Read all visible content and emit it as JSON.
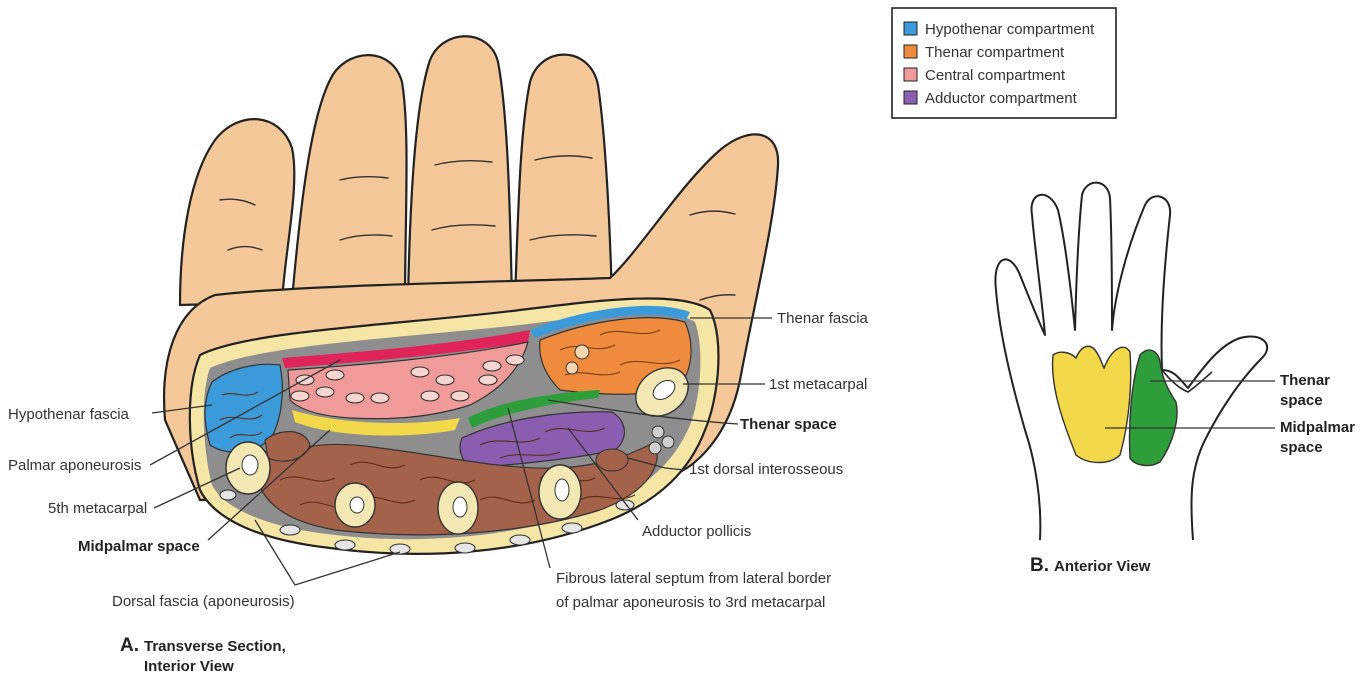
{
  "legend": {
    "items": [
      {
        "label": "Hypothenar compartment",
        "color": "#3b9ad9"
      },
      {
        "label": "Thenar compartment",
        "color": "#f08a3c"
      },
      {
        "label": "Central compartment",
        "color": "#f19a9a"
      },
      {
        "label": "Adductor compartment",
        "color": "#8b5db0"
      }
    ]
  },
  "panel_a": {
    "letter": "A.",
    "caption_line1": "Transverse Section,",
    "caption_line2": "Interior View",
    "labels": {
      "thenar_fascia": "Thenar fascia",
      "first_metacarpal": "1st metacarpal",
      "thenar_space": "Thenar space",
      "first_dorsal_interosseous": "1st dorsal interosseous",
      "adductor_pollicis": "Adductor pollicis",
      "fibrous_septum_line1": "Fibrous lateral septum from lateral border",
      "fibrous_septum_line2": "of palmar aponeurosis to 3rd metacarpal",
      "hypothenar_fascia": "Hypothenar fascia",
      "palmar_aponeurosis": "Palmar aponeurosis",
      "fifth_metacarpal": "5th metacarpal",
      "midpalmar_space": "Midpalmar space",
      "dorsal_fascia": "Dorsal fascia (aponeurosis)"
    }
  },
  "panel_b": {
    "letter": "B.",
    "caption": "Anterior View",
    "labels": {
      "thenar_space_line1": "Thenar",
      "thenar_space_line2": "space",
      "midpalmar_space_line1": "Midpalmar",
      "midpalmar_space_line2": "space"
    },
    "colors": {
      "thenar_space": "#2e9e3a",
      "midpalmar_space": "#f3d94a"
    }
  },
  "colors": {
    "skin": "#f5c89a",
    "subcutaneous": "#f6e6a6",
    "muscle": "#a5624a",
    "bone": "#f3e7b4",
    "fascia": "#8e8e8e",
    "palmar_aponeurosis": "#e0245a",
    "thenar_fascia": "#3b9ad9",
    "thenar_space": "#2e9e3a",
    "midpalmar_space": "#f3d94a"
  }
}
